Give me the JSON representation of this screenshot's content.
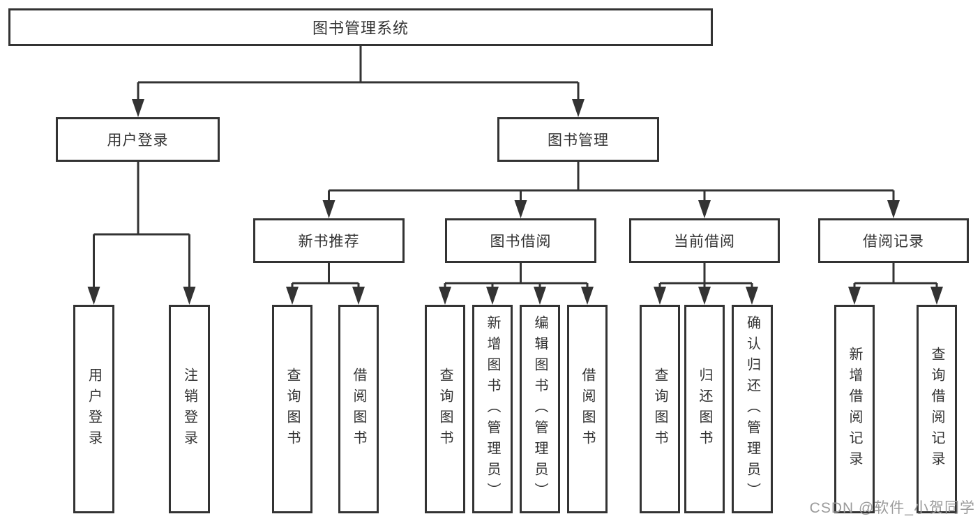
{
  "tree": {
    "label": "图书管理系统",
    "children": [
      {
        "label": "用户登录",
        "children": [
          {
            "label": "用户登录"
          },
          {
            "label": "注销登录"
          }
        ]
      },
      {
        "label": "图书管理",
        "children": [
          {
            "label": "新书推荐",
            "children": [
              {
                "label": "查询图书"
              },
              {
                "label": "借阅图书"
              }
            ]
          },
          {
            "label": "图书借阅",
            "children": [
              {
                "label": "查询图书"
              },
              {
                "label": "新增图书（管理员）"
              },
              {
                "label": "编辑图书（管理员）"
              },
              {
                "label": "借阅图书"
              }
            ]
          },
          {
            "label": "当前借阅",
            "children": [
              {
                "label": "查询图书"
              },
              {
                "label": "归还图书"
              },
              {
                "label": "确认归还（管理员）"
              }
            ]
          },
          {
            "label": "借阅记录",
            "children": [
              {
                "label": "新增借阅记录"
              },
              {
                "label": "查询借阅记录"
              }
            ]
          }
        ]
      }
    ]
  },
  "watermark": {
    "text": "CSDN @软件_小贺同学"
  },
  "colors": {
    "line": "#333333",
    "text": "#333333",
    "box_background": "#ffffff",
    "watermark": "#9b9b9b",
    "background": "#ffffff"
  }
}
